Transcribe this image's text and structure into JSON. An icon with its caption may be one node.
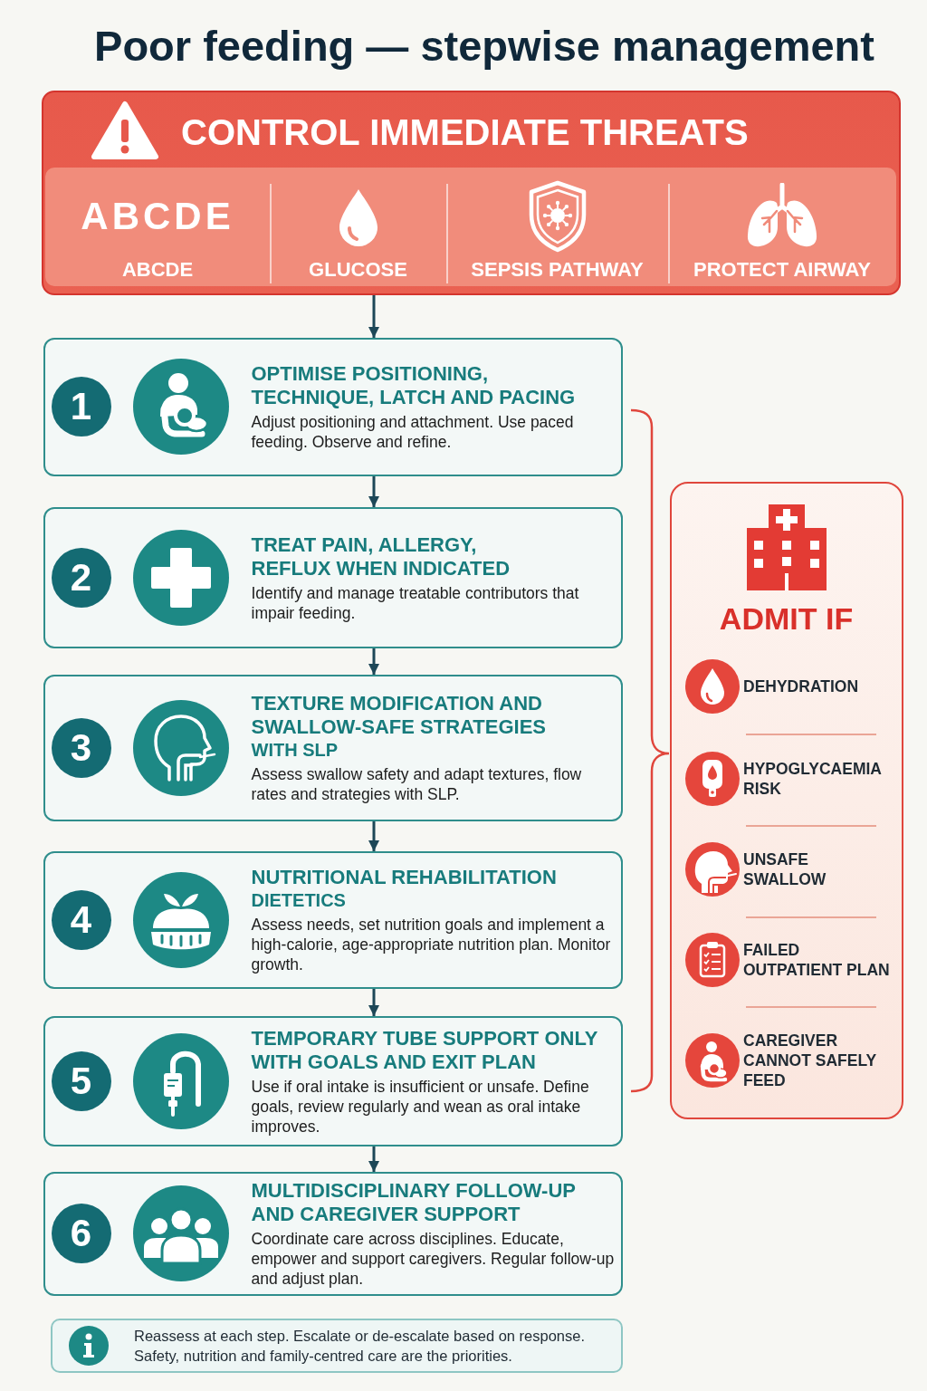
{
  "diagram": {
    "title": "Poor feeding — stepwise management",
    "nodes": [
      {
        "text": [
          "CONTROL IMMEDIATE THREATS",
          "ABCDE",
          "ABCDE",
          "GLUCOSE",
          "SEPSIS PATHWAY",
          "PROTECT AIRWAY"
        ]
      },
      {
        "text": [
          "1",
          "OPTIMISE POSITIONING, TECHNIQUE, LATCH AND PACING",
          "Adjust positioning and attachment. Use paced feeding. Observe and refine."
        ]
      },
      {
        "text": [
          "2",
          "TREAT PAIN, ALLERGY, REFLUX WHEN INDICATED",
          "Identify and manage treatable contributors that impair feeding."
        ]
      },
      {
        "text": [
          "3",
          "TEXTURE MODIFICATION AND SWALLOW-SAFE STRATEGIES",
          "WITH SLP",
          "Assess swallow safety and adapt textures, flow rates and strategies with SLP."
        ]
      },
      {
        "text": [
          "4",
          "NUTRITIONAL REHABILITATION",
          "DIETETICS",
          "Assess needs, set nutrition goals and implement a high-calorie, age-appropriate nutrition plan. Monitor growth."
        ]
      },
      {
        "text": [
          "5",
          "TEMPORARY TUBE SUPPORT ONLY WITH GOALS AND EXIT PLAN",
          "Use if oral intake is insufficient or unsafe. Define goals, review regularly and wean as oral intake improves."
        ]
      },
      {
        "text": [
          "6",
          "MULTIDISCIPLINARY FOLLOW-UP AND CAREGIVER SUPPORT",
          "Coordinate care across disciplines. Educate, empower and support caregivers. Regular follow-up and adjust plan."
        ]
      },
      {
        "text": [
          "ADMIT IF",
          "DEHYDRATION",
          "HYPOGLYCAEMIA RISK",
          "UNSAFE SWALLOW",
          "FAILED OUTPATIENT PLAN",
          "CAREGIVER CANNOT SAFELY FEED"
        ]
      },
      {
        "text": [
          "Reassess at each step. Escalate or de-escalate based on response. Safety, nutrition and family-centred care are the priorities."
        ]
      }
    ],
    "edges": [
      {
        "from": 0,
        "to": 1,
        "arrow": "to"
      },
      {
        "from": 1,
        "to": 2,
        "arrow": "to"
      },
      {
        "from": 2,
        "to": 3,
        "arrow": "to"
      },
      {
        "from": 3,
        "to": 4,
        "arrow": "to"
      },
      {
        "from": 4,
        "to": 5,
        "arrow": "to"
      },
      {
        "from": 5,
        "to": 6,
        "arrow": "to"
      }
    ]
  }
}
